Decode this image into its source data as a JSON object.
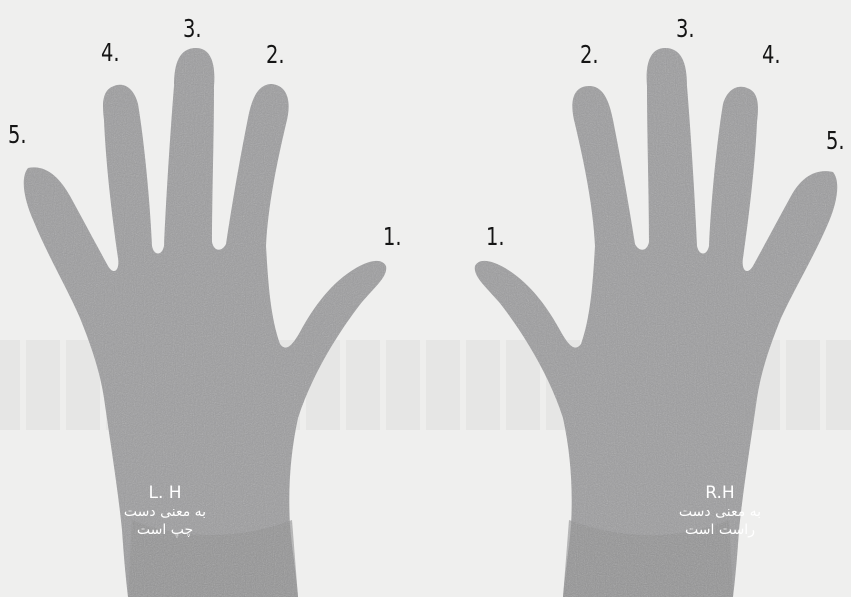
{
  "left_hand": {
    "code": "L. H",
    "caption_line1": "به معنی دست",
    "caption_line2": "چپ است",
    "fingers": [
      "1.",
      "2.",
      "3.",
      "4.",
      "5."
    ]
  },
  "right_hand": {
    "code": "R.H",
    "caption_line1": "به معنی دست",
    "caption_line2": "راست است",
    "fingers": [
      "1.",
      "2.",
      "3.",
      "4.",
      "5."
    ]
  },
  "colors": {
    "background": "#efefee",
    "hand_fill": "#9d9d9f",
    "hand_shadow": "#8a8a8c",
    "label_text": "#ffffff",
    "number_text": "#151515"
  }
}
